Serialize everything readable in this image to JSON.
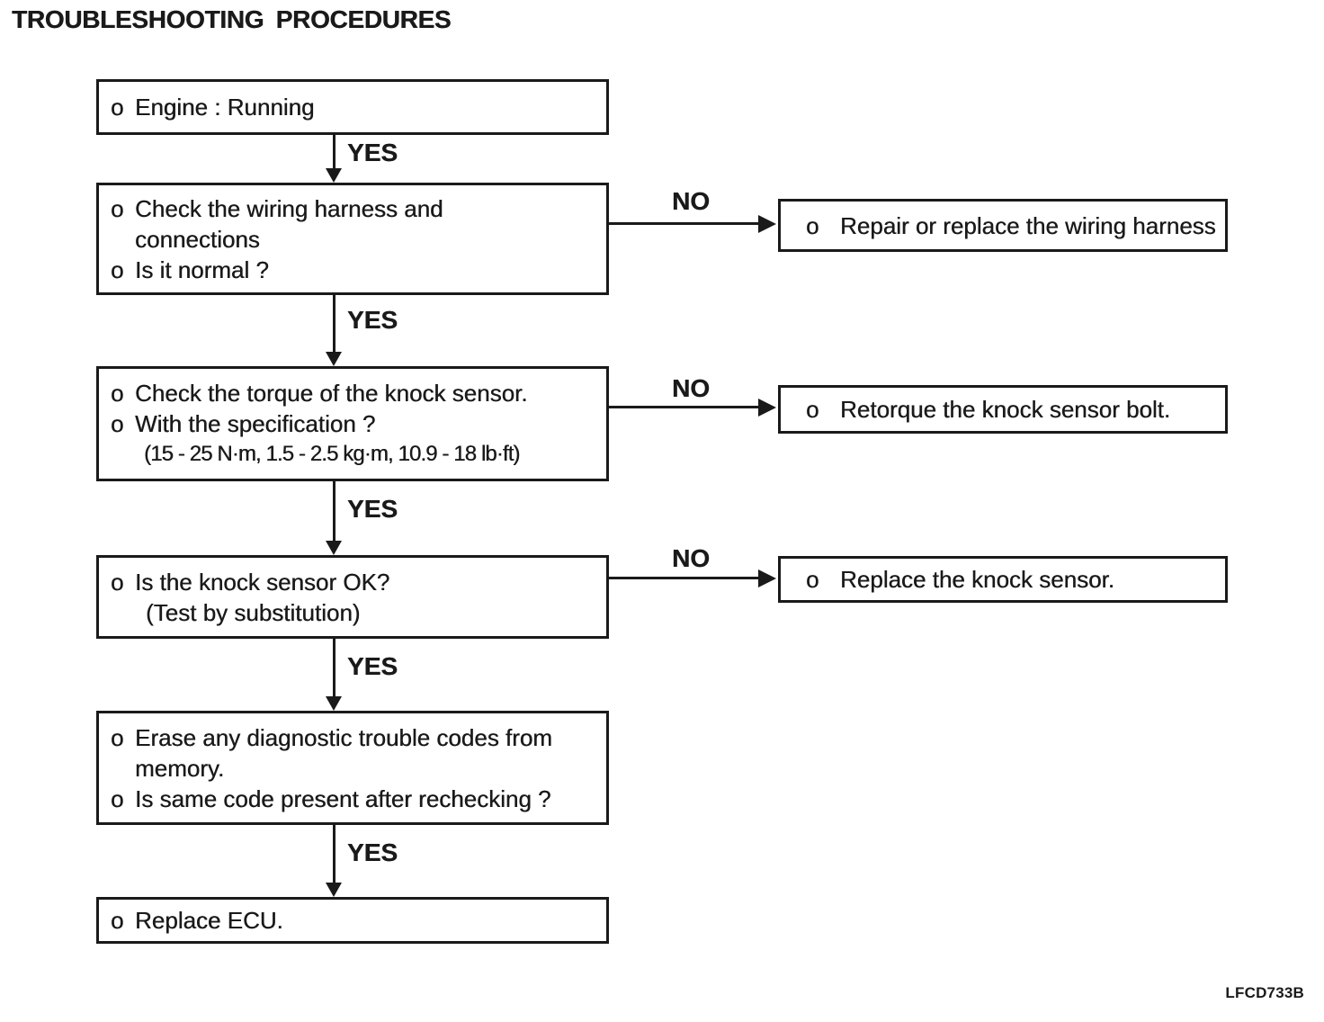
{
  "title": "TROUBLESHOOTING PROCEDURES",
  "figure_code": "LFCD733B",
  "colors": {
    "ink": "#1a1a1a",
    "paper": "#ffffff"
  },
  "connectors": {
    "yes": "YES",
    "no": "NO"
  },
  "main_boxes": [
    {
      "lines": [
        {
          "b": "o",
          "t": "Engine : Running"
        }
      ]
    },
    {
      "lines": [
        {
          "b": "o",
          "t": "Check the wiring harness and"
        },
        {
          "b": "",
          "t": "connections"
        },
        {
          "b": "o",
          "t": "Is it normal ?"
        }
      ]
    },
    {
      "lines": [
        {
          "b": "o",
          "t": "Check the torque of the knock sensor."
        },
        {
          "b": "o",
          "t": "With the specification ?"
        },
        {
          "b": "",
          "t": "(15 - 25 N·m, 1.5 - 2.5 kg·m, 10.9 - 18 lb·ft)"
        }
      ]
    },
    {
      "lines": [
        {
          "b": "o",
          "t": "Is the knock sensor OK?"
        },
        {
          "b": "",
          "t": "(Test by substitution)"
        }
      ]
    },
    {
      "lines": [
        {
          "b": "o",
          "t": "Erase any diagnostic trouble codes from"
        },
        {
          "b": "",
          "t": "memory."
        },
        {
          "b": "o",
          "t": "Is same code present after rechecking ?"
        }
      ]
    },
    {
      "lines": [
        {
          "b": "o",
          "t": "Replace ECU."
        }
      ]
    }
  ],
  "side_boxes": [
    {
      "lines": [
        {
          "b": "o",
          "t": "Repair or replace the wiring harness"
        }
      ]
    },
    {
      "lines": [
        {
          "b": "o",
          "t": "Retorque the knock sensor bolt."
        }
      ]
    },
    {
      "lines": [
        {
          "b": "o",
          "t": "Replace the knock sensor."
        }
      ]
    }
  ]
}
